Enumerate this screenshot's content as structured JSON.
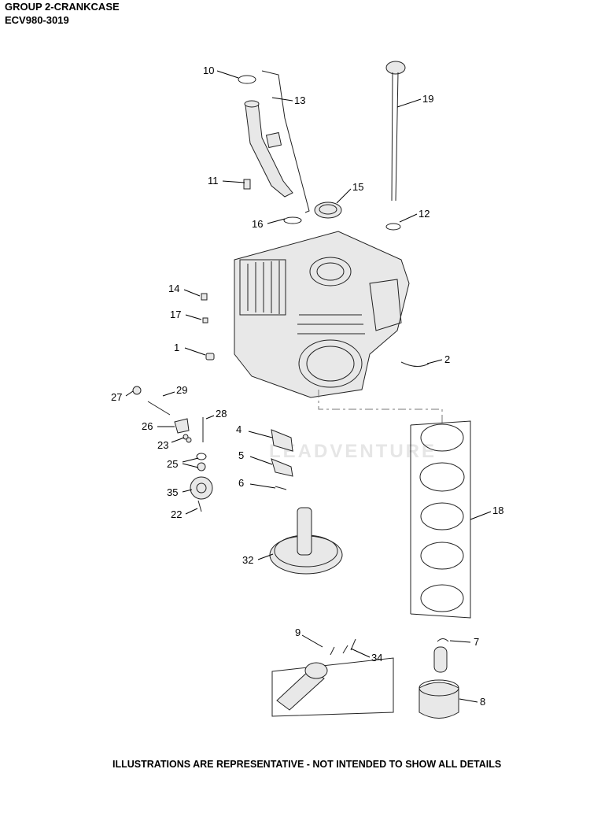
{
  "header": {
    "group_title": "GROUP 2-CRANKCASE",
    "model": "ECV980-3019"
  },
  "watermark": "LEADVENTURE",
  "footer_note": "ILLUSTRATIONS ARE REPRESENTATIVE - NOT INTENDED TO SHOW ALL DETAILS",
  "callouts": [
    {
      "id": "10",
      "label": "10"
    },
    {
      "id": "13",
      "label": "13"
    },
    {
      "id": "19",
      "label": "19"
    },
    {
      "id": "11",
      "label": "11"
    },
    {
      "id": "15",
      "label": "15"
    },
    {
      "id": "16",
      "label": "16"
    },
    {
      "id": "12",
      "label": "12"
    },
    {
      "id": "14",
      "label": "14"
    },
    {
      "id": "17",
      "label": "17"
    },
    {
      "id": "1",
      "label": "1"
    },
    {
      "id": "2",
      "label": "2"
    },
    {
      "id": "27",
      "label": "27"
    },
    {
      "id": "29",
      "label": "29"
    },
    {
      "id": "26",
      "label": "26"
    },
    {
      "id": "28",
      "label": "28"
    },
    {
      "id": "23",
      "label": "23"
    },
    {
      "id": "4",
      "label": "4"
    },
    {
      "id": "5",
      "label": "5"
    },
    {
      "id": "25",
      "label": "25"
    },
    {
      "id": "35",
      "label": "35"
    },
    {
      "id": "6",
      "label": "6"
    },
    {
      "id": "22",
      "label": "22"
    },
    {
      "id": "18",
      "label": "18"
    },
    {
      "id": "32",
      "label": "32"
    },
    {
      "id": "9",
      "label": "9"
    },
    {
      "id": "7",
      "label": "7"
    },
    {
      "id": "34",
      "label": "34"
    },
    {
      "id": "8",
      "label": "8"
    }
  ]
}
